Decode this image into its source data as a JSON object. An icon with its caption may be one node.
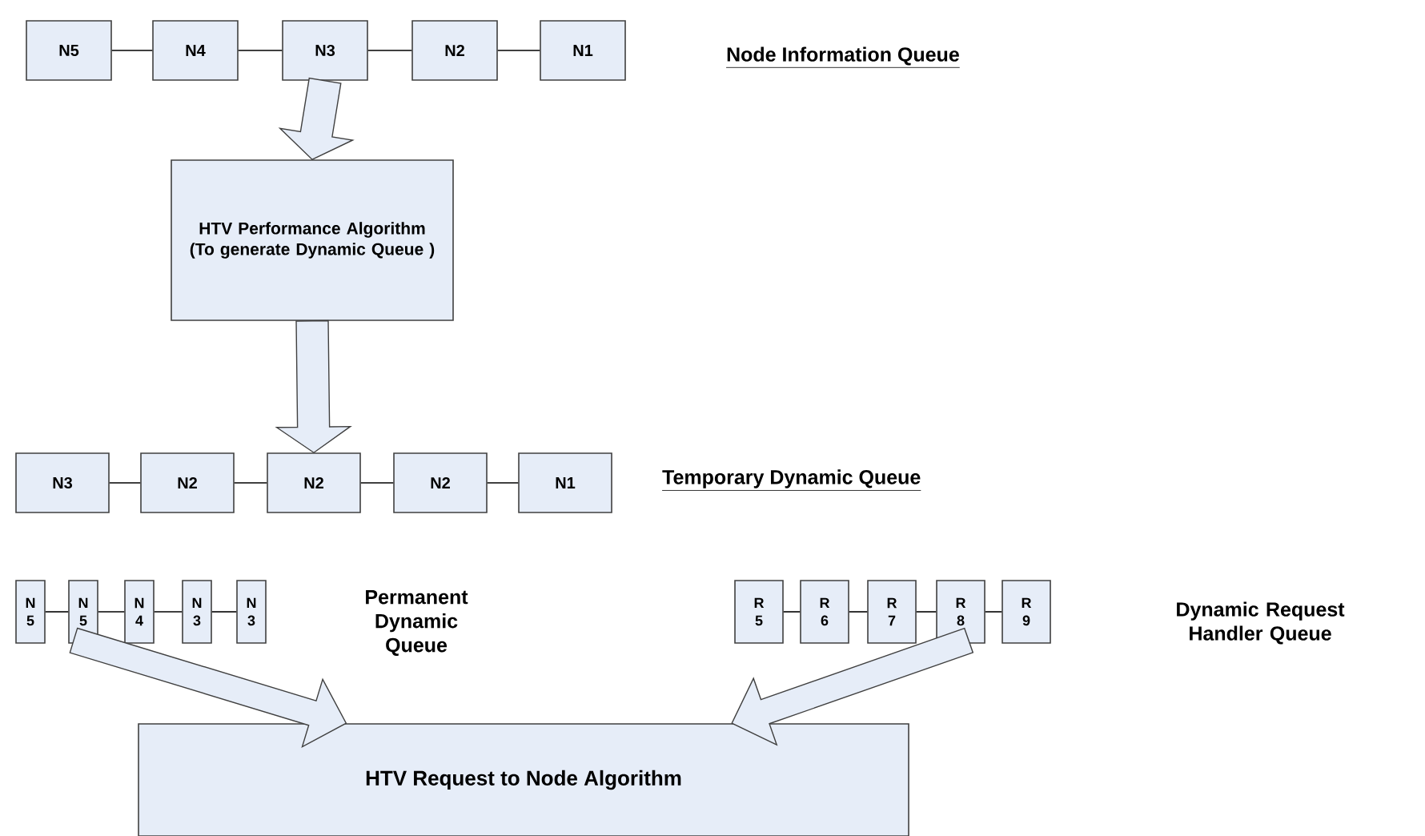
{
  "diagram": {
    "nodes": [
      {
        "text": [
          "N5"
        ]
      },
      {
        "text": [
          "N4"
        ]
      },
      {
        "text": [
          "N3"
        ]
      },
      {
        "text": [
          "N2"
        ]
      },
      {
        "text": [
          "N1"
        ]
      },
      {
        "text": [
          "HTV Performance Algorithm (To generate Dynamic Queue )"
        ]
      },
      {
        "text": [
          "N3"
        ]
      },
      {
        "text": [
          "N2"
        ]
      },
      {
        "text": [
          "N2"
        ]
      },
      {
        "text": [
          "N2"
        ]
      },
      {
        "text": [
          "N1"
        ]
      },
      {
        "text": [
          "N 5"
        ]
      },
      {
        "text": [
          "N 5"
        ]
      },
      {
        "text": [
          "N 4"
        ]
      },
      {
        "text": [
          "N 3"
        ]
      },
      {
        "text": [
          "N 3"
        ]
      },
      {
        "text": [
          "R 5"
        ]
      },
      {
        "text": [
          "R 6"
        ]
      },
      {
        "text": [
          "R 7"
        ]
      },
      {
        "text": [
          "R 8"
        ]
      },
      {
        "text": [
          "R 9"
        ]
      },
      {
        "text": [
          "HTV Request to Node Algorithm"
        ]
      }
    ],
    "edges": [
      {
        "from": 0,
        "to": 1,
        "arrow": "none"
      },
      {
        "from": 1,
        "to": 2,
        "arrow": "none"
      },
      {
        "from": 2,
        "to": 3,
        "arrow": "none"
      },
      {
        "from": 3,
        "to": 4,
        "arrow": "none"
      },
      {
        "from": 2,
        "to": 5,
        "arrow": "to",
        "style": "thick"
      },
      {
        "from": 5,
        "to": 8,
        "arrow": "to",
        "style": "thick"
      },
      {
        "from": 6,
        "to": 7,
        "arrow": "none"
      },
      {
        "from": 7,
        "to": 8,
        "arrow": "none"
      },
      {
        "from": 8,
        "to": 9,
        "arrow": "none"
      },
      {
        "from": 9,
        "to": 10,
        "arrow": "none"
      },
      {
        "from": 11,
        "to": 12,
        "arrow": "none"
      },
      {
        "from": 12,
        "to": 13,
        "arrow": "none"
      },
      {
        "from": 13,
        "to": 14,
        "arrow": "none"
      },
      {
        "from": 14,
        "to": 15,
        "arrow": "none"
      },
      {
        "from": 16,
        "to": 17,
        "arrow": "none"
      },
      {
        "from": 17,
        "to": 18,
        "arrow": "none"
      },
      {
        "from": 18,
        "to": 19,
        "arrow": "none"
      },
      {
        "from": 19,
        "to": 20,
        "arrow": "none"
      },
      {
        "from": 12,
        "to": 21,
        "arrow": "to",
        "style": "thick"
      },
      {
        "from": 19,
        "to": 21,
        "arrow": "to",
        "style": "thick"
      }
    ],
    "labels": [
      "Node Information Queue",
      "Temporary Dynamic Queue",
      "Permanent Dynamic Queue",
      "Dynamic Request Handler Queue"
    ]
  }
}
